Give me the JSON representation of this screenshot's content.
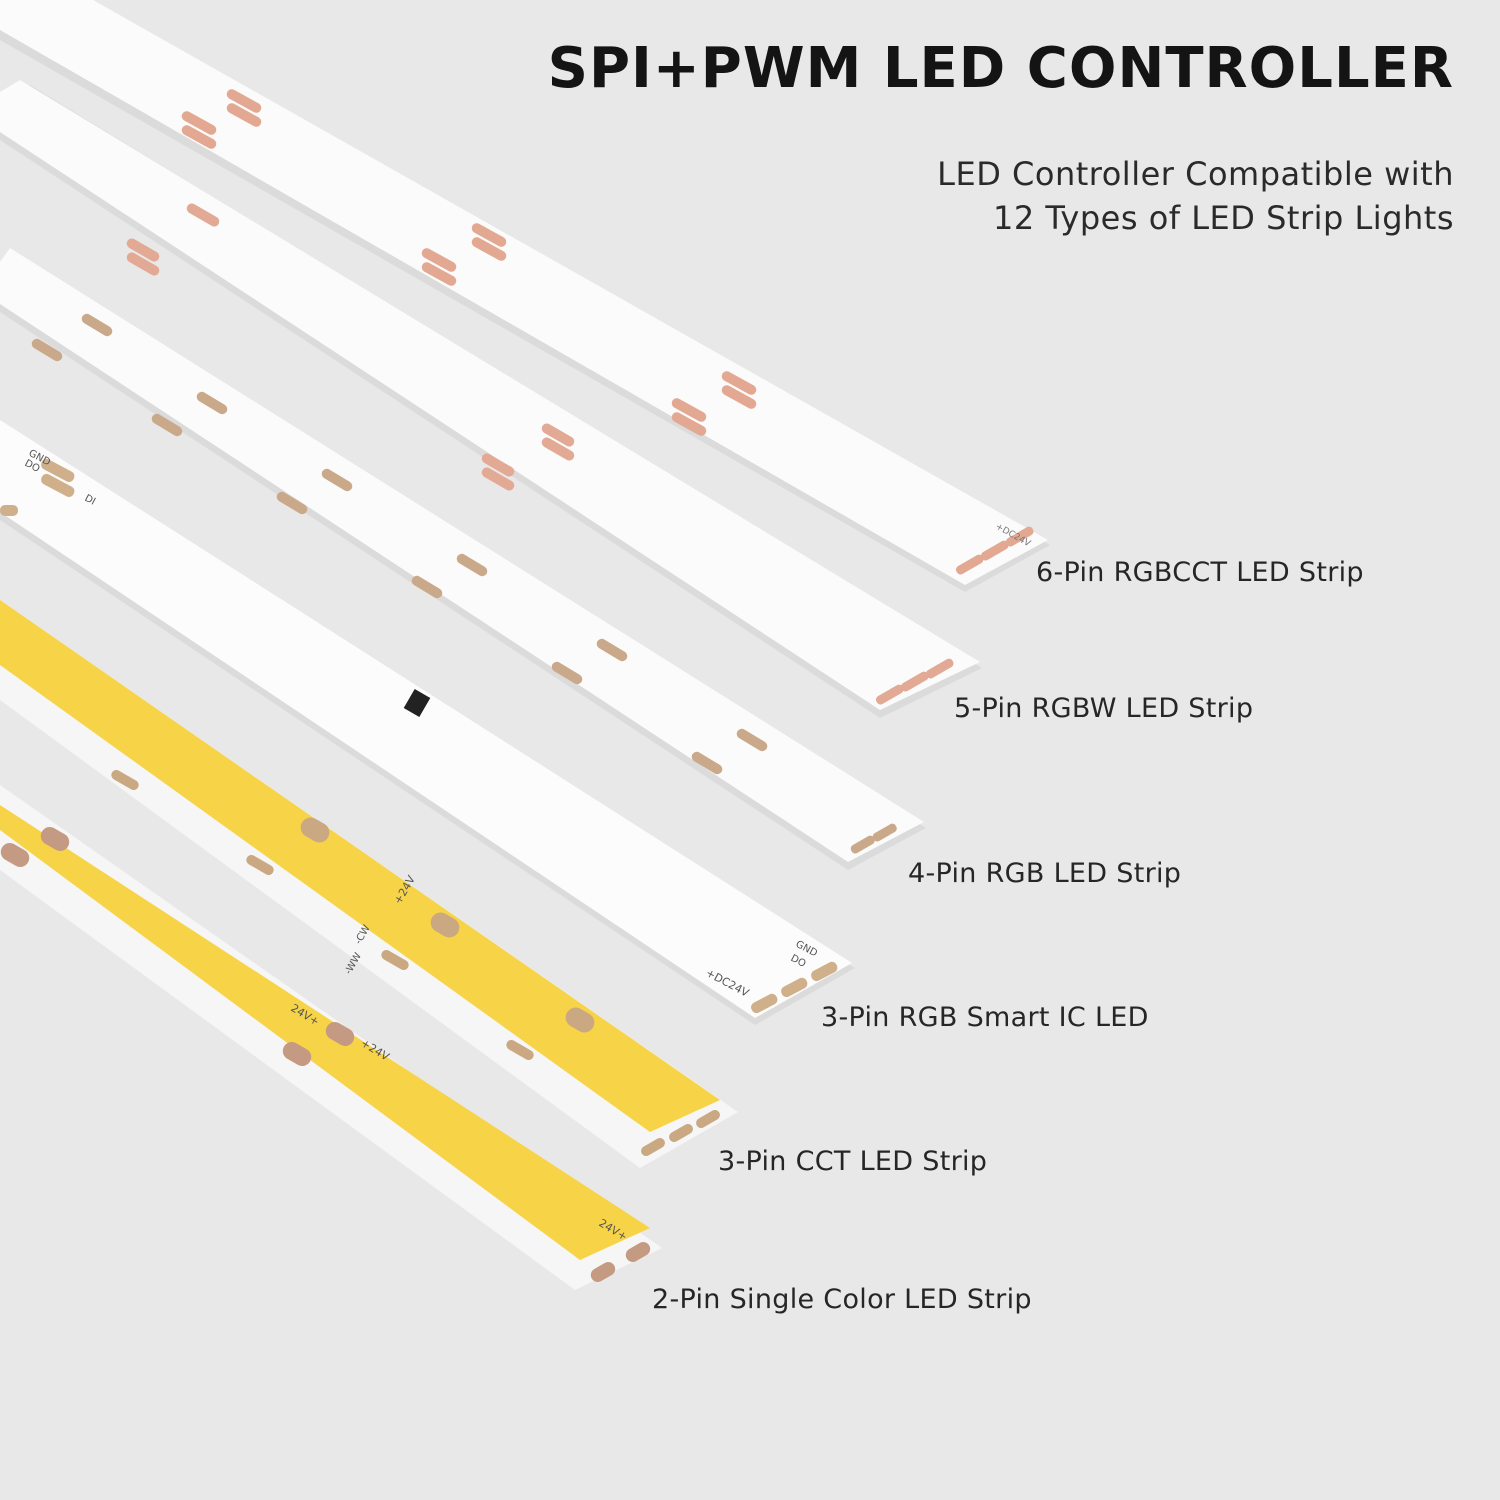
{
  "header": {
    "title": "SPI+PWM LED CONTROLLER",
    "subtitle_line1": "LED Controller Compatible with",
    "subtitle_line2": "12 Types of LED Strip Lights"
  },
  "strips": [
    {
      "label": "6-Pin RGBCCT LED Strip",
      "strip_color": "#fbfbfb",
      "pad_color": "#e3a892"
    },
    {
      "label": "5-Pin RGBW LED Strip",
      "strip_color": "#fbfbfb",
      "pad_color": "#e2a995"
    },
    {
      "label": "4-Pin RGB LED Strip",
      "strip_color": "#fbfbfb",
      "pad_color": "#c9a98a"
    },
    {
      "label": "3-Pin RGB Smart IC LED",
      "strip_color": "#fcfcfc",
      "pad_color": "#cfb08a"
    },
    {
      "label": "3-Pin CCT LED Strip",
      "strip_color": "#f7d348",
      "pad_color": "#caa882"
    },
    {
      "label": "2-Pin Single Color LED Strip",
      "strip_color": "#f7d348",
      "pad_color": "#c59a82"
    }
  ],
  "pad_texts": {
    "dc24v": "+DC24V",
    "gnd": "GND",
    "do": "DO",
    "di": "DI",
    "plus24v": "+24V",
    "cw": "-CW",
    "ww": "-WW",
    "v24plus": "24V+",
    "minus": "-"
  }
}
